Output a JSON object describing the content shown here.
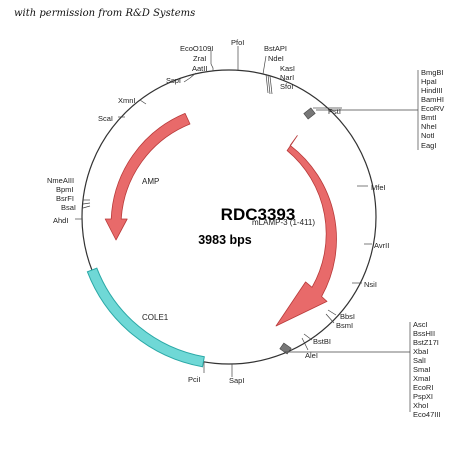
{
  "credit": "with permission from R&D Systems",
  "plasmid": {
    "name": "RDC3393",
    "size": "3983 bps"
  },
  "features": {
    "amp": "AMP",
    "mlamp": "mLAMP-3 (1-411)",
    "cole1": "COLE1"
  },
  "colors": {
    "arrow_fill": "#e86a6a",
    "arrow_stroke": "#b83a3a",
    "origin_fill": "#6fd8d6",
    "origin_stroke": "#2aa8a6",
    "backbone": "#333333"
  },
  "sites": {
    "top_left": [
      "EcoO109I",
      "ZraI",
      "AatII"
    ],
    "sspi": "SspI",
    "pfoi": "PfoI",
    "top_right": [
      "BstAPI",
      "NdeI",
      "KasI",
      "NarI",
      "SfoI"
    ],
    "psti": "PstI",
    "mcs1": [
      "BmgBI",
      "HpaI",
      "HindIII",
      "BamHI",
      "EcoRV",
      "BmtI",
      "NheI",
      "NotI",
      "EagI"
    ],
    "xmni": "XmnI",
    "scai": "ScaI",
    "left_group": [
      "NmeAIII",
      "BpmI",
      "BsrFI",
      "BsaI"
    ],
    "ahdi": "AhdI",
    "mfei": "MfeI",
    "avrii": "AvrII",
    "nsii": "NsiI",
    "bbsi": "BbsI",
    "bsmi": "BsmI",
    "bstbi": "BstBI",
    "alei": "AleI",
    "mcs2": [
      "AscI",
      "BssHII",
      "BstZ17I",
      "XbaI",
      "SalI",
      "SmaI",
      "XmaI",
      "EcoRI",
      "PspXI",
      "XhoI",
      "Eco47III"
    ],
    "pcii": "PciI",
    "sapi": "SapI"
  }
}
